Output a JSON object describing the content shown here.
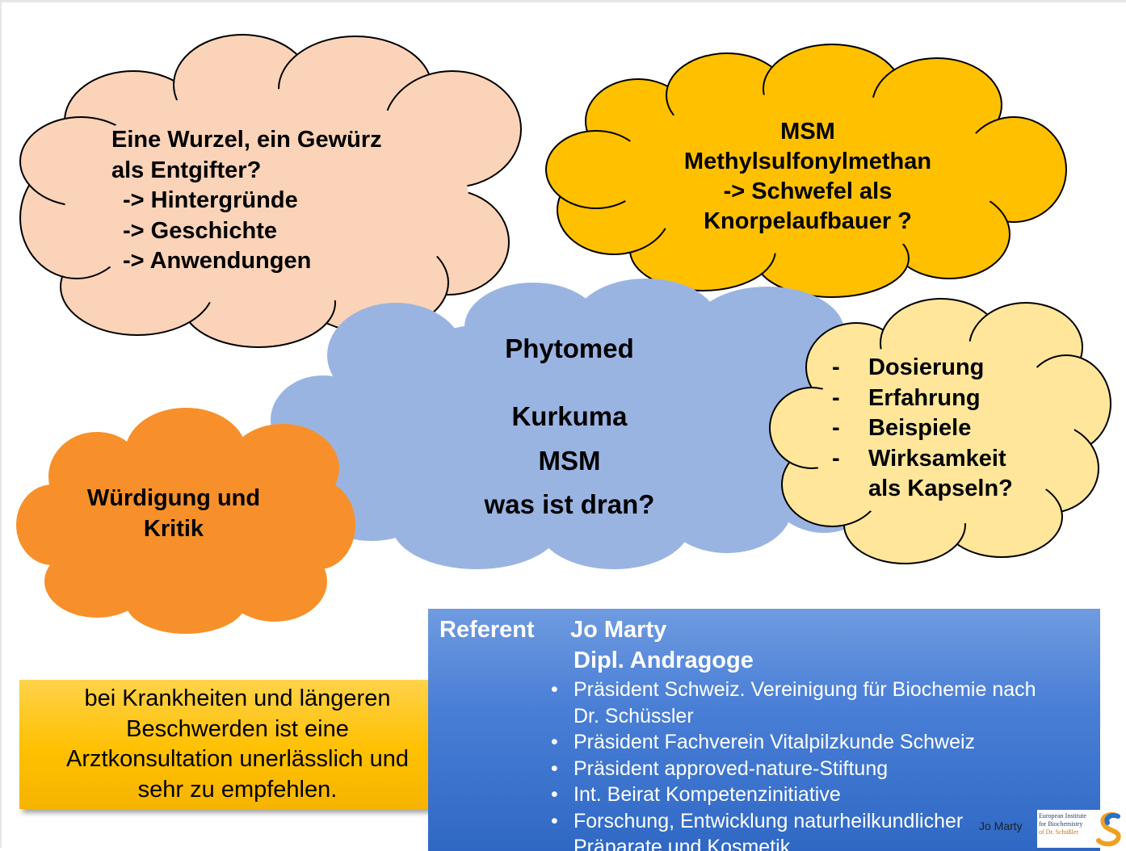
{
  "cloud_wurzel": {
    "color": "#fbd3b8",
    "lines": [
      "Eine Wurzel, ein Gewürz",
      "als Entgifter?",
      "-> Hintergründe",
      "-> Geschichte",
      "-> Anwendungen"
    ]
  },
  "cloud_msm": {
    "color": "#ffc000",
    "lines": [
      "MSM",
      "Methylsulfonylmethan",
      "-> Schwefel als",
      "Knorpelaufbauer ?"
    ]
  },
  "cloud_center": {
    "color": "#9ab4e2",
    "title": "Phytomed",
    "lines": [
      "Kurkuma",
      "MSM",
      "was ist dran?"
    ]
  },
  "cloud_list": {
    "color": "#ffe69a",
    "items": [
      {
        "dash": "-",
        "text": "Dosierung"
      },
      {
        "dash": "-",
        "text": "Erfahrung"
      },
      {
        "dash": "-",
        "text": "Beispiele"
      },
      {
        "dash": "-",
        "text": "Wirksamkeit"
      },
      {
        "dash": "",
        "text": "als Kapseln?"
      }
    ]
  },
  "cloud_wuerdigung": {
    "color": "#f7902a",
    "lines": [
      "Würdigung und",
      "Kritik"
    ]
  },
  "disclaimer": {
    "lines": [
      "bei Krankheiten und längeren",
      "Beschwerden ist eine",
      "Arztkonsultation unerlässlich und",
      "sehr zu empfehlen."
    ]
  },
  "referent": {
    "label": "Referent",
    "name": "Jo Marty",
    "title": "Dipl. Andragoge",
    "items": [
      {
        "line1": "Präsident Schweiz. Vereinigung für Biochemie nach",
        "line2": "Dr. Schüssler"
      },
      {
        "line1": "Präsident Fachverein Vitalpilzkunde Schweiz",
        "line2": ""
      },
      {
        "line1": "Präsident approved-nature-Stiftung",
        "line2": ""
      },
      {
        "line1": "Int. Beirat Kompetenzinitiative",
        "line2": ""
      },
      {
        "line1": "Forschung, Entwicklung naturheilkundlicher",
        "line2": "Präparate und Kosmetik"
      }
    ]
  },
  "footer": {
    "author": "Jo Marty",
    "logo_lines": [
      "European Institute",
      "for Biochemistry",
      "of Dr. Schüßler"
    ]
  }
}
